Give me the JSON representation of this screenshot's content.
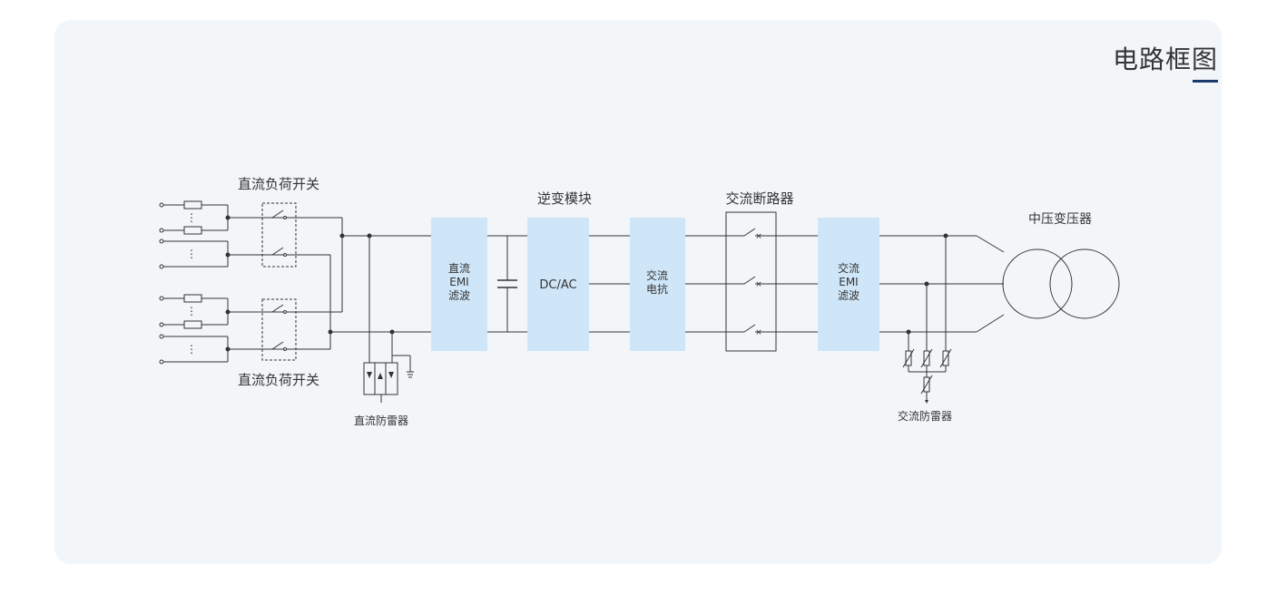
{
  "page": {
    "title": "电路框图",
    "accent_color": "#1b3a6b",
    "block_color": "#cfe6f8",
    "line_color": "#333333"
  },
  "labels": {
    "dc_load_switch_top": "直流负荷开关",
    "dc_load_switch_bottom": "直流负荷开关",
    "inverter_module": "逆变模块",
    "ac_breaker": "交流断路器",
    "mv_transformer": "中压变压器",
    "dc_spd": "直流防雷器",
    "ac_spd": "交流防雷器"
  },
  "blocks": {
    "dc_emi": [
      "直流",
      "EMI",
      "滤波"
    ],
    "dcac": "DC/AC",
    "ac_reactor": [
      "交流",
      "电抗"
    ],
    "ac_emi": [
      "交流",
      "EMI",
      "滤波"
    ]
  },
  "dots": "⋮"
}
